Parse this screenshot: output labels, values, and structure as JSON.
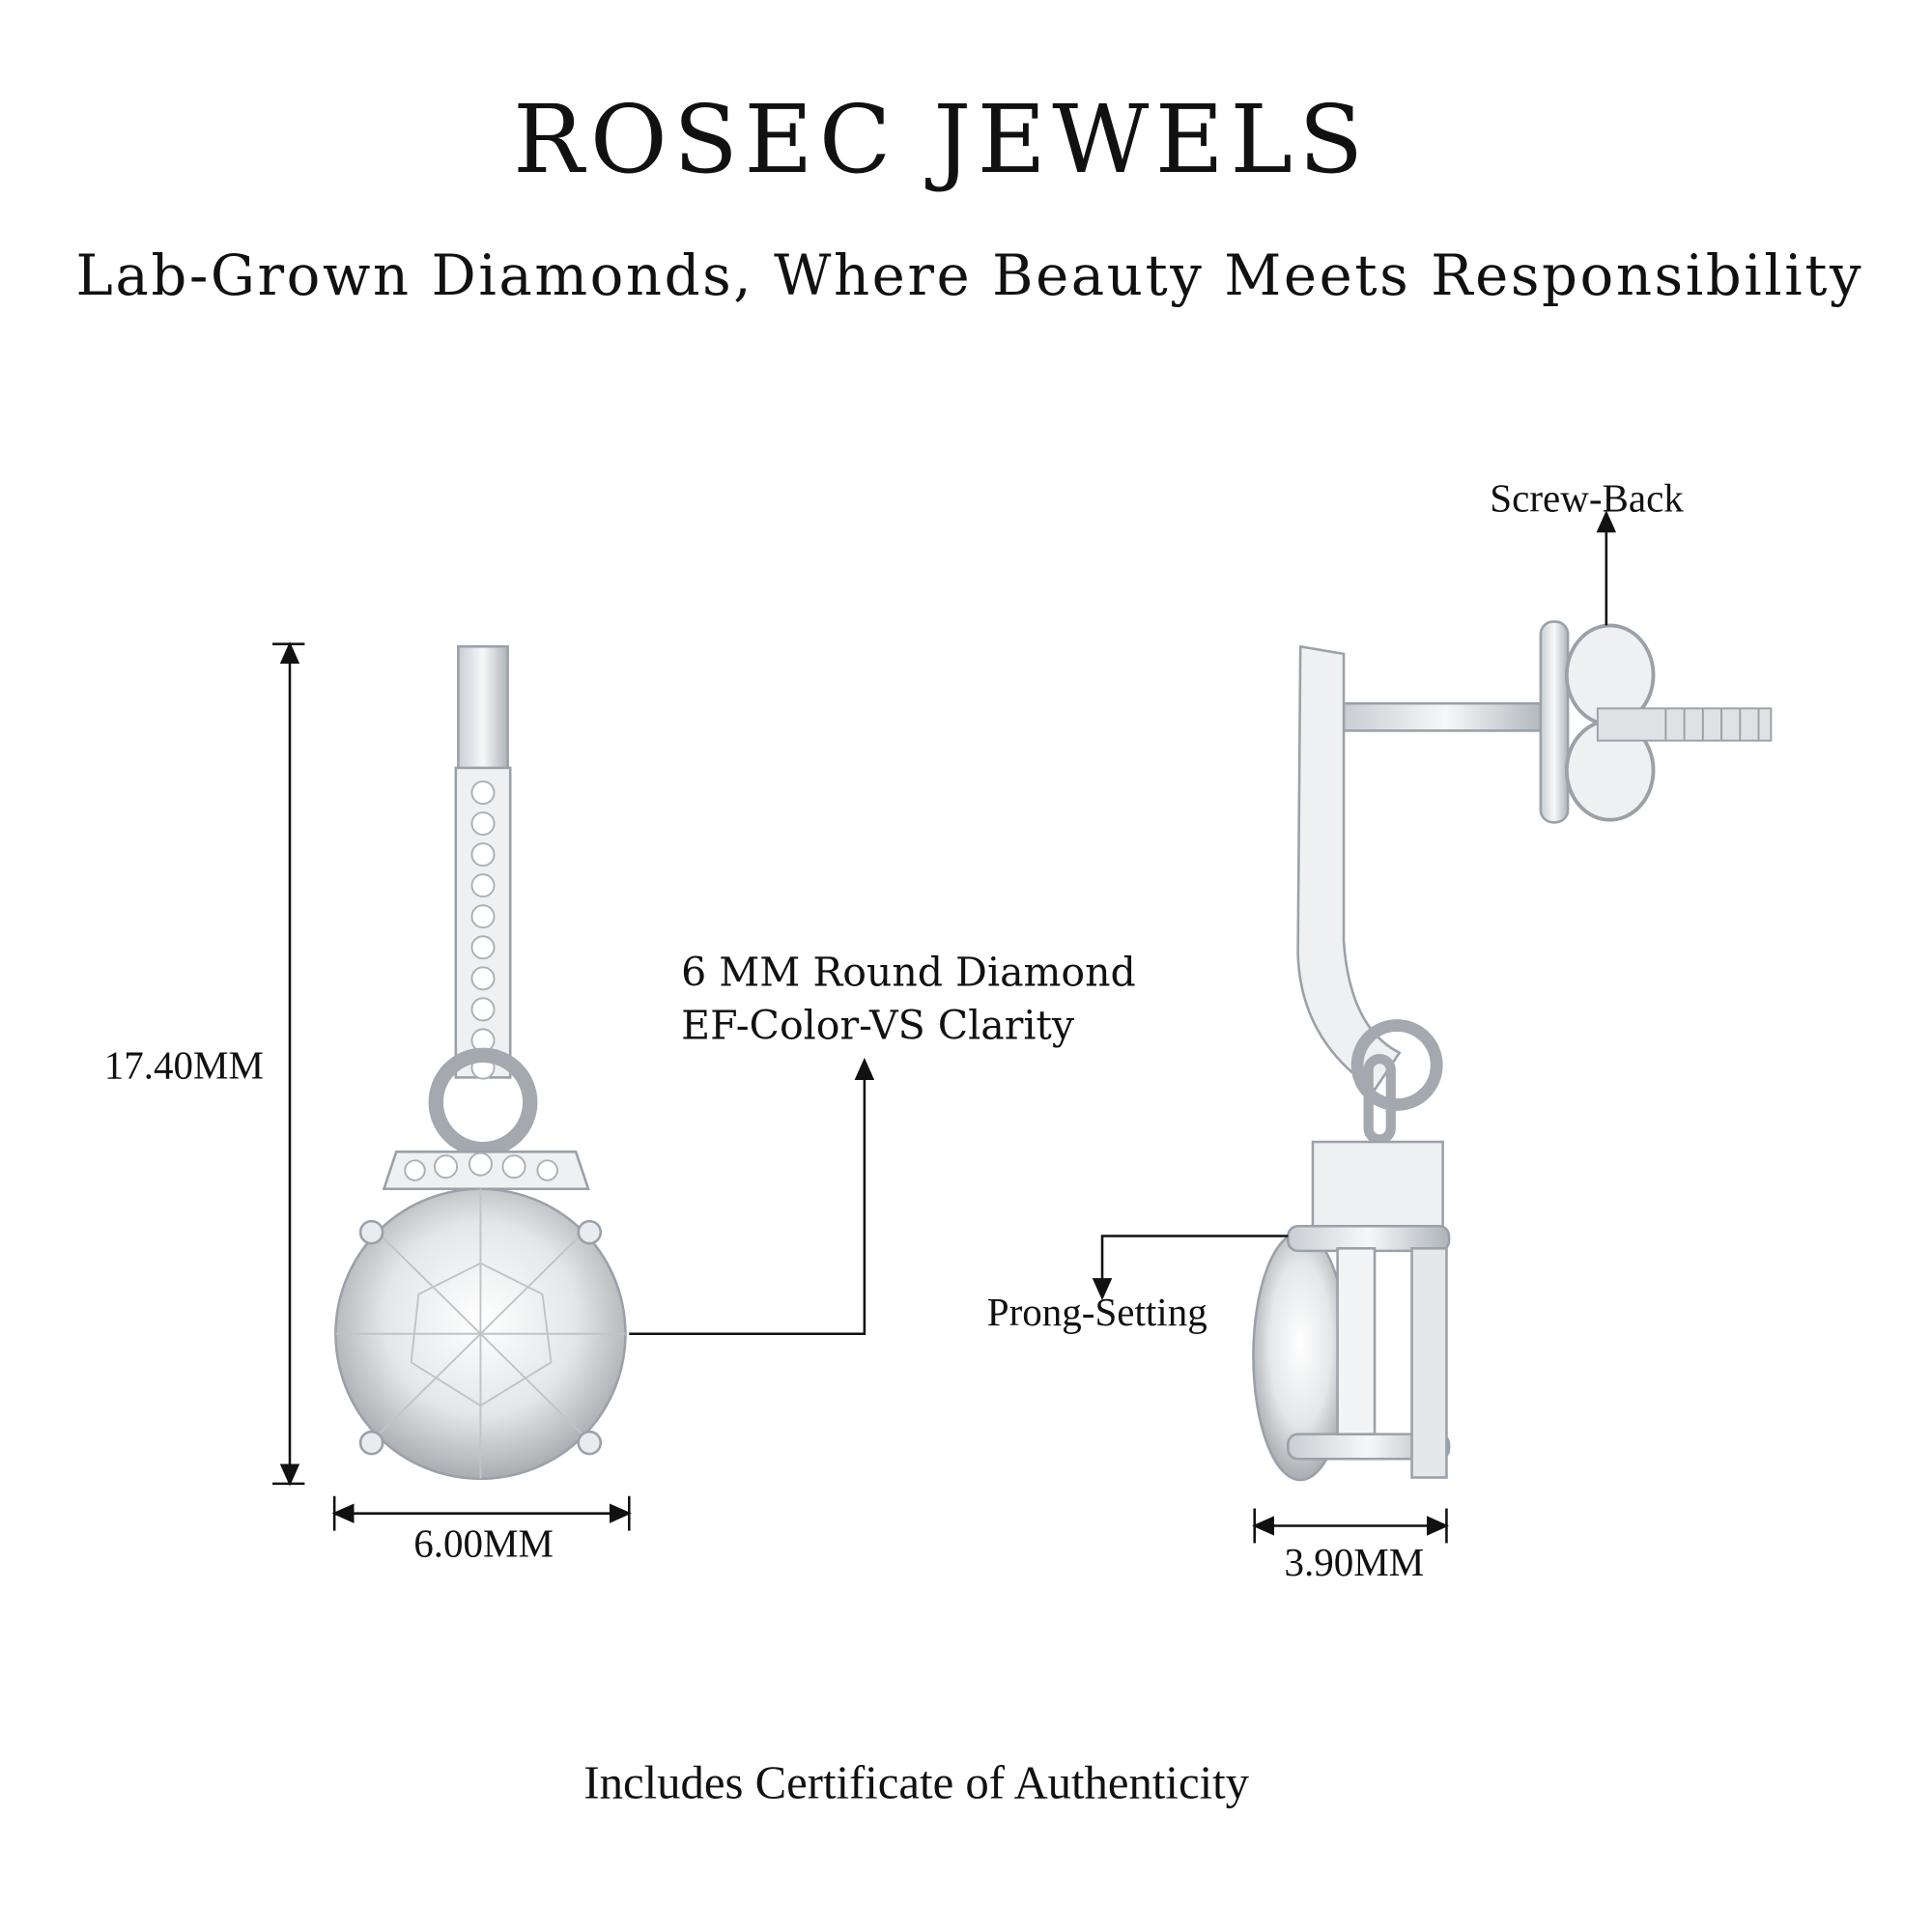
{
  "header": {
    "brand": "ROSEC JEWELS",
    "tagline": "Lab-Grown Diamonds, Where Beauty Meets Responsibility"
  },
  "front_view": {
    "height_label": "17.40MM",
    "width_label": "6.00MM",
    "stone_callout_line1": "6 MM Round Diamond",
    "stone_callout_line2": "EF-Color-VS Clarity"
  },
  "side_view": {
    "back_label": "Screw-Back",
    "setting_label": "Prong-Setting",
    "depth_label": "3.90MM"
  },
  "footer": {
    "certificate": "Includes Certificate of Authenticity"
  },
  "colors": {
    "metal": "#d9dde2",
    "metal_dark": "#9aa1a8",
    "text": "#111111"
  }
}
